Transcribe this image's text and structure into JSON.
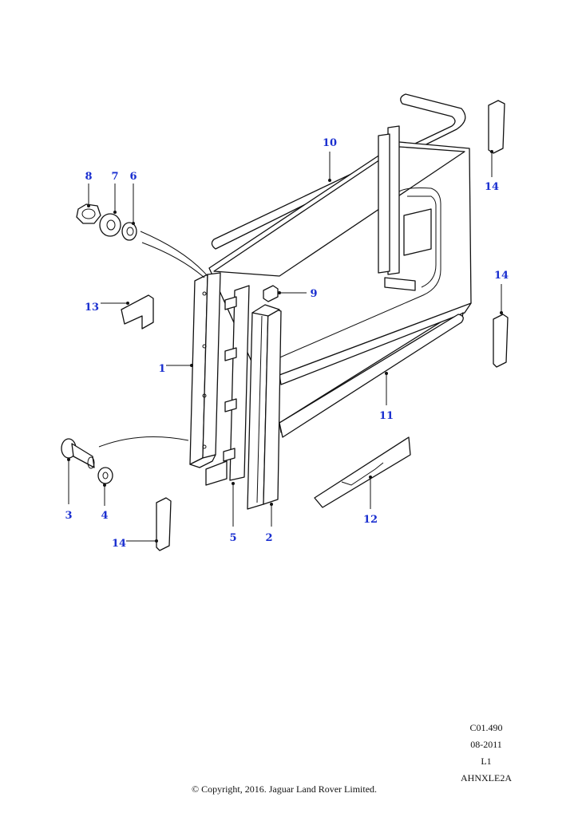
{
  "callouts": {
    "c1": "1",
    "c2": "2",
    "c3": "3",
    "c4": "4",
    "c5": "5",
    "c6": "6",
    "c7": "7",
    "c8": "8",
    "c9": "9",
    "c10": "10",
    "c11": "11",
    "c12": "12",
    "c13": "13",
    "c14a": "14",
    "c14b": "14",
    "c14c": "14"
  },
  "meta": {
    "code": "C01.490",
    "date": "08-2011",
    "level": "L1",
    "ref": "AHNXLE2A"
  },
  "copyright": "© Copyright, 2016. Jaguar Land Rover Limited.",
  "colors": {
    "callout": "#1a2fd0",
    "line": "#111111",
    "background": "#ffffff"
  }
}
